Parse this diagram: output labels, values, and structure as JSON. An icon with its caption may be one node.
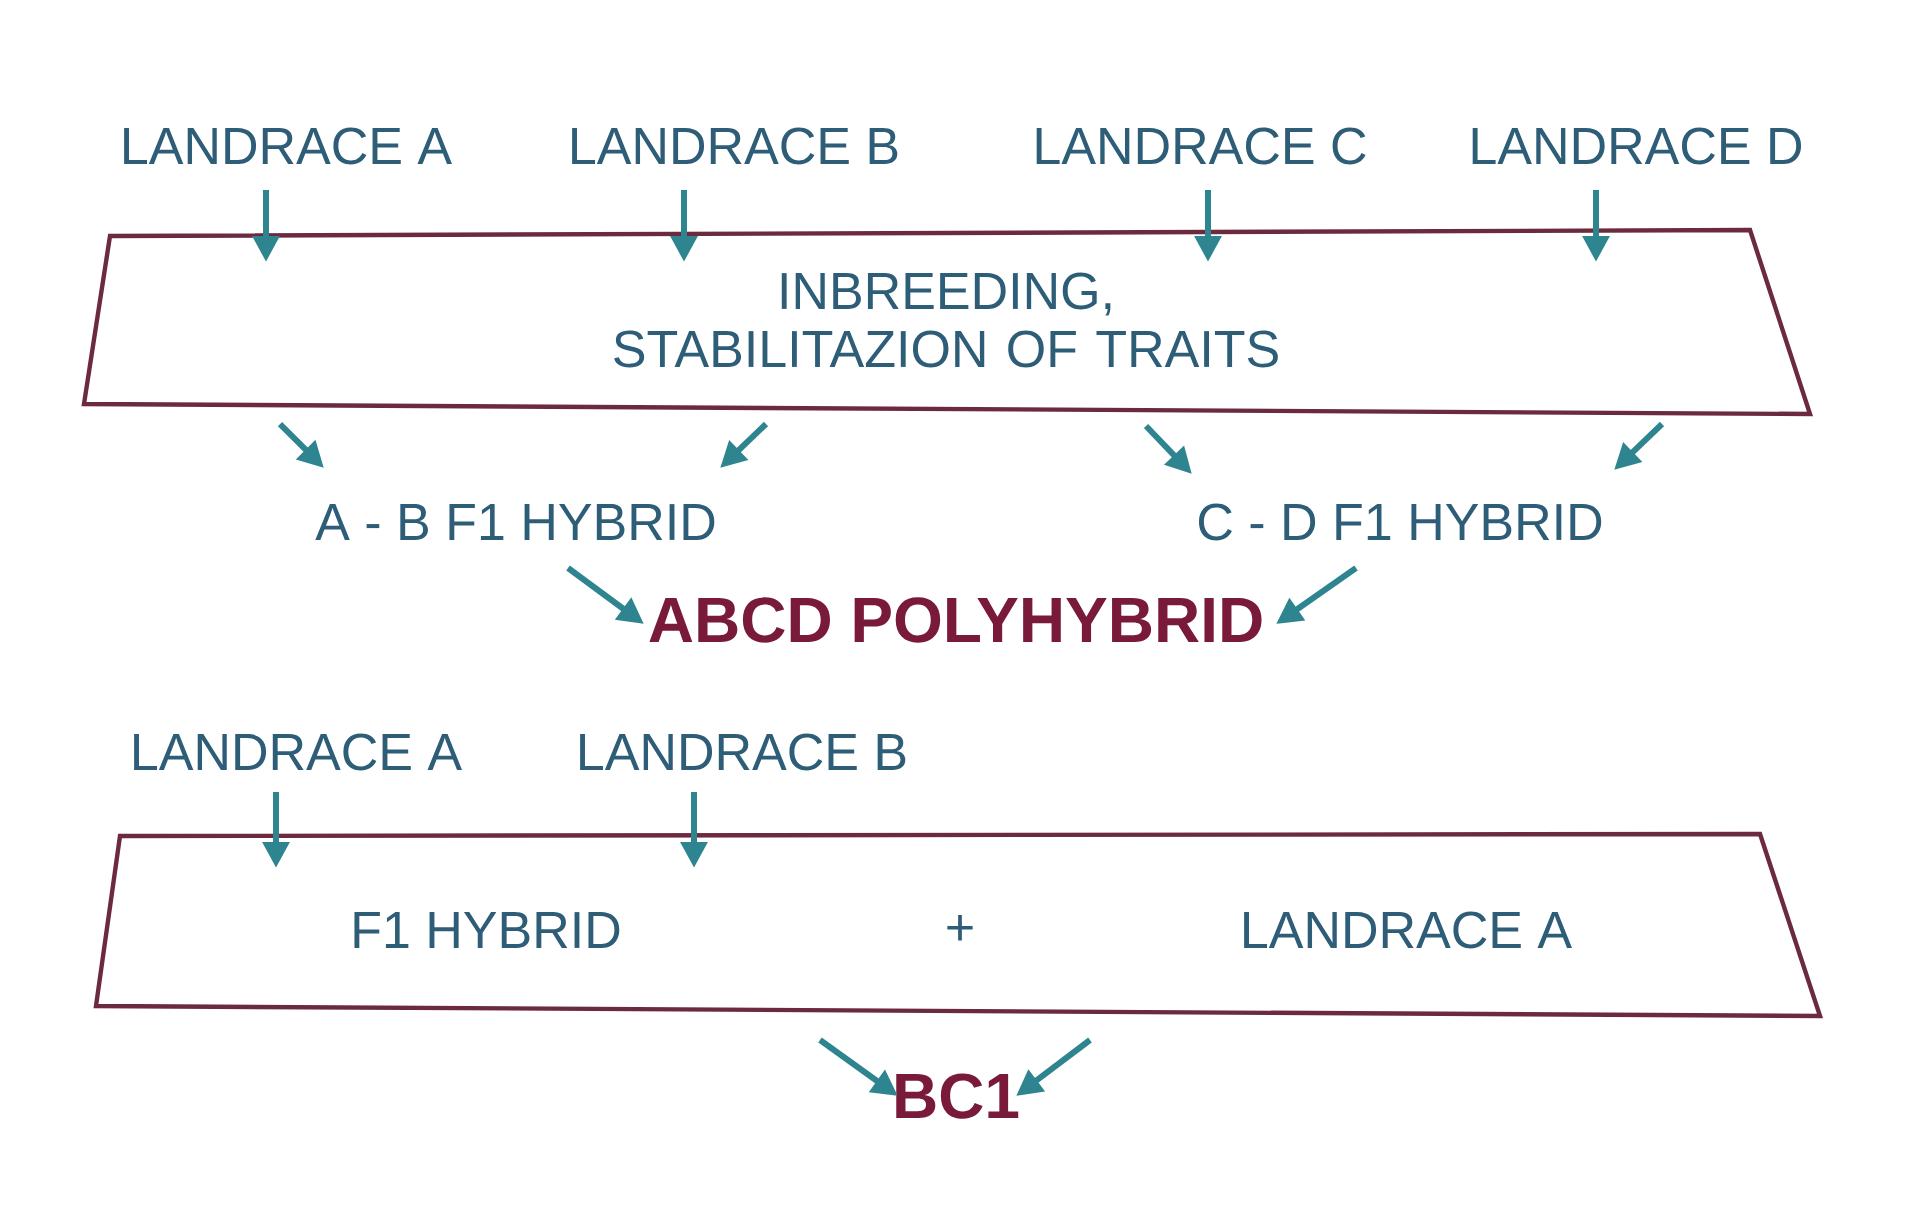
{
  "diagram": {
    "nodes": [
      {
        "text": [
          "LANDRACE A"
        ]
      },
      {
        "text": [
          "LANDRACE B"
        ]
      },
      {
        "text": [
          "LANDRACE C"
        ]
      },
      {
        "text": [
          "LANDRACE D"
        ]
      },
      {
        "text": [
          "INBREEDING, STABILITAZION OF TRAITS"
        ]
      },
      {
        "text": [
          "A - B F1 HYBRID"
        ]
      },
      {
        "text": [
          "C - D F1 HYBRID"
        ]
      },
      {
        "text": [
          "ABCD POLYHYBRID"
        ]
      },
      {
        "text": [
          "LANDRACE A"
        ]
      },
      {
        "text": [
          "LANDRACE B"
        ]
      },
      {
        "text": [
          "F1 HYBRID",
          "+",
          "LANDRACE A"
        ]
      },
      {
        "text": [
          "BC1"
        ]
      }
    ],
    "edges": [
      {
        "from": 0,
        "to": 4,
        "arrow": "to"
      },
      {
        "from": 1,
        "to": 4,
        "arrow": "to"
      },
      {
        "from": 2,
        "to": 4,
        "arrow": "to"
      },
      {
        "from": 3,
        "to": 4,
        "arrow": "to"
      },
      {
        "from": 4,
        "to": 5,
        "arrow": "to"
      },
      {
        "from": 4,
        "to": 5,
        "arrow": "to"
      },
      {
        "from": 4,
        "to": 6,
        "arrow": "to"
      },
      {
        "from": 4,
        "to": 6,
        "arrow": "to"
      },
      {
        "from": 5,
        "to": 7,
        "arrow": "to"
      },
      {
        "from": 6,
        "to": 7,
        "arrow": "to"
      },
      {
        "from": 8,
        "to": 10,
        "arrow": "to"
      },
      {
        "from": 9,
        "to": 10,
        "arrow": "to"
      },
      {
        "from": 10,
        "to": 11,
        "arrow": "to"
      },
      {
        "from": 10,
        "to": 11,
        "arrow": "to"
      }
    ]
  }
}
